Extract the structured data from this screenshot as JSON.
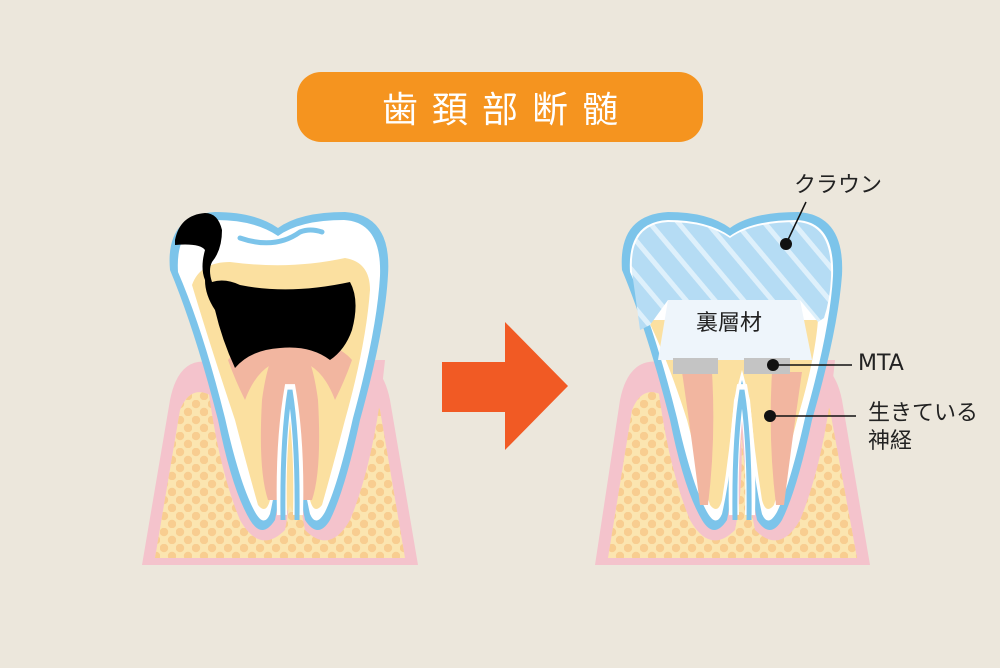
{
  "title": "歯頚部断髄",
  "colors": {
    "background": "#ece7dc",
    "title_pill": "#f5941f",
    "arrow": "#f15a24",
    "enamel_outline": "#7cc4ea",
    "dentin": "#fbe0a0",
    "pulp": "#f2b6a0",
    "gum": "#f4c3cc",
    "bone": "#fbe5b0",
    "bone_dots": "#f7c98a",
    "caries": "#000000",
    "crown_fill": "#b5dcf4",
    "lining": "#eef5fb",
    "mta": "#c4c4c4"
  },
  "left_tooth": {
    "state": "caries",
    "description": "deep decay reaching pulp"
  },
  "arrow": {
    "direction": "right"
  },
  "right_tooth": {
    "labels": {
      "crown": "クラウン",
      "lining": "裏層材",
      "mta": "MTA",
      "nerve_line1": "生きている",
      "nerve_line2": "神経"
    }
  }
}
